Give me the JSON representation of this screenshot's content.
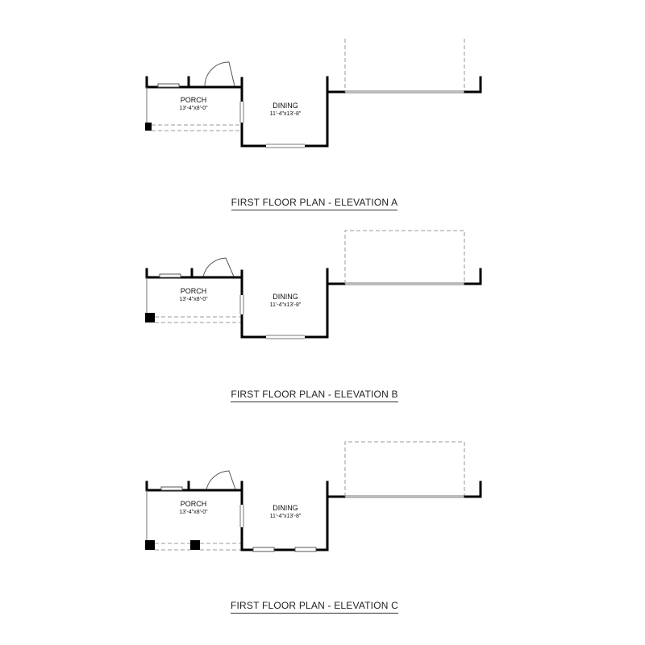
{
  "plans": [
    {
      "caption": "FIRST FLOOR PLAN - ELEVATION A",
      "porch": {
        "name": "PORCH",
        "dims": "13'-4\"x8'-0\""
      },
      "dining": {
        "name": "DINING",
        "dims": "11'-4\"x13'-8\""
      }
    },
    {
      "caption": "FIRST FLOOR PLAN - ELEVATION B",
      "porch": {
        "name": "PORCH",
        "dims": "13'-4\"x8'-0\""
      },
      "dining": {
        "name": "DINING",
        "dims": "11'-4\"x13'-8\""
      }
    },
    {
      "caption": "FIRST FLOOR PLAN - ELEVATION C",
      "porch": {
        "name": "PORCH",
        "dims": "13'-4\"x8'-0\""
      },
      "dining": {
        "name": "DINING",
        "dims": "11'-4\"x13'-8\""
      }
    }
  ],
  "colors": {
    "wall": "#000000",
    "dashed": "#999999",
    "window": "#777777"
  }
}
